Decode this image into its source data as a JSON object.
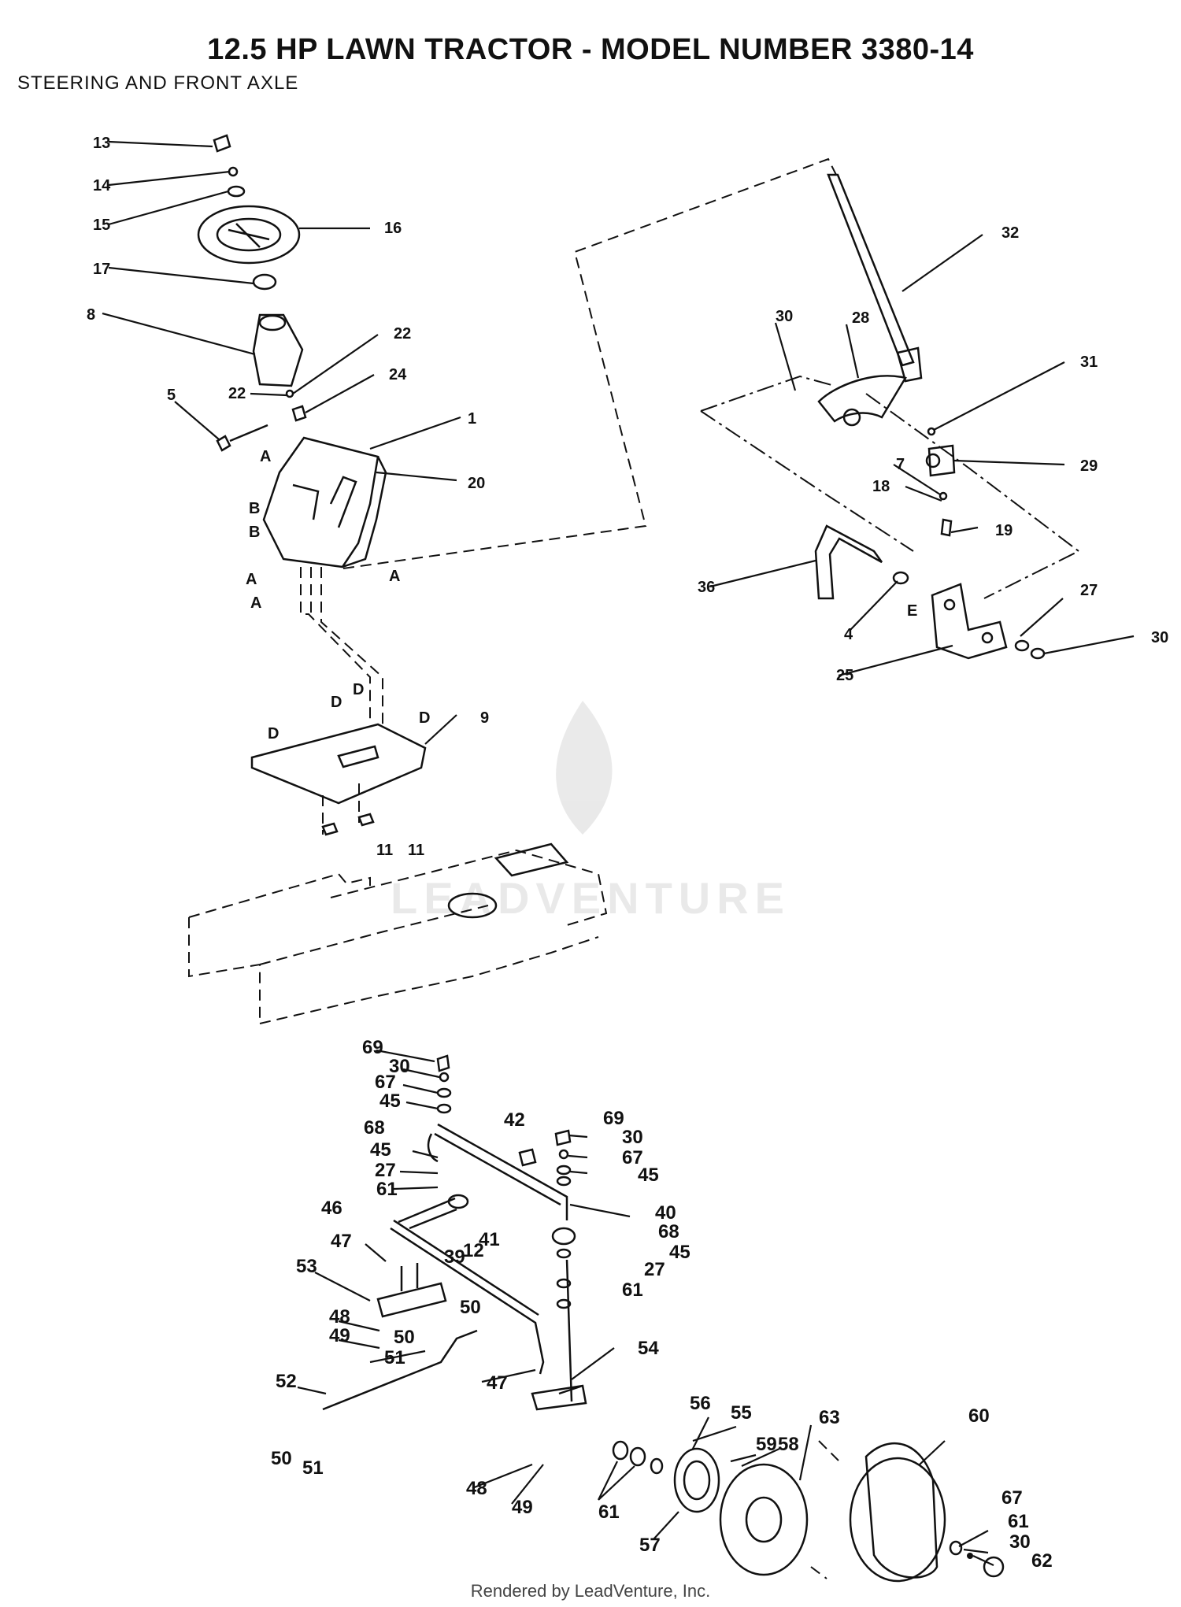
{
  "page": {
    "title": "12.5 HP LAWN TRACTOR - MODEL NUMBER 3380-14",
    "subtitle": "STEERING AND FRONT AXLE",
    "footer": "Rendered by LeadVenture, Inc.",
    "watermark": "LEADVENTURE"
  },
  "callouts": [
    {
      "label": "13"
    },
    {
      "label": "14"
    },
    {
      "label": "15"
    },
    {
      "label": "16"
    },
    {
      "label": "17"
    },
    {
      "label": "8"
    },
    {
      "label": "22"
    },
    {
      "label": "22"
    },
    {
      "label": "24"
    },
    {
      "label": "5"
    },
    {
      "label": "1"
    },
    {
      "label": "20"
    },
    {
      "label": "A"
    },
    {
      "label": "B"
    },
    {
      "label": "B"
    },
    {
      "label": "A"
    },
    {
      "label": "A"
    },
    {
      "label": "A"
    },
    {
      "label": "D"
    },
    {
      "label": "D"
    },
    {
      "label": "D"
    },
    {
      "label": "D"
    },
    {
      "label": "9"
    },
    {
      "label": "11"
    },
    {
      "label": "11"
    },
    {
      "label": "32"
    },
    {
      "label": "30"
    },
    {
      "label": "28"
    },
    {
      "label": "31"
    },
    {
      "label": "7"
    },
    {
      "label": "29"
    },
    {
      "label": "18"
    },
    {
      "label": "19"
    },
    {
      "label": "36"
    },
    {
      "label": "4"
    },
    {
      "label": "E"
    },
    {
      "label": "27"
    },
    {
      "label": "30"
    },
    {
      "label": "25"
    },
    {
      "label": "69"
    },
    {
      "label": "30"
    },
    {
      "label": "67"
    },
    {
      "label": "45"
    },
    {
      "label": "68"
    },
    {
      "label": "45"
    },
    {
      "label": "27"
    },
    {
      "label": "61"
    },
    {
      "label": "42"
    },
    {
      "label": "69"
    },
    {
      "label": "30"
    },
    {
      "label": "67"
    },
    {
      "label": "45"
    },
    {
      "label": "40"
    },
    {
      "label": "68"
    },
    {
      "label": "45"
    },
    {
      "label": "27"
    },
    {
      "label": "61"
    },
    {
      "label": "46"
    },
    {
      "label": "39"
    },
    {
      "label": "12"
    },
    {
      "label": "41"
    },
    {
      "label": "47"
    },
    {
      "label": "53"
    },
    {
      "label": "48"
    },
    {
      "label": "49"
    },
    {
      "label": "50"
    },
    {
      "label": "50"
    },
    {
      "label": "51"
    },
    {
      "label": "52"
    },
    {
      "label": "47"
    },
    {
      "label": "54"
    },
    {
      "label": "50"
    },
    {
      "label": "51"
    },
    {
      "label": "48"
    },
    {
      "label": "49"
    },
    {
      "label": "56"
    },
    {
      "label": "55"
    },
    {
      "label": "59"
    },
    {
      "label": "58"
    },
    {
      "label": "63"
    },
    {
      "label": "60"
    },
    {
      "label": "61"
    },
    {
      "label": "57"
    },
    {
      "label": "67"
    },
    {
      "label": "61"
    },
    {
      "label": "30"
    },
    {
      "label": "62"
    }
  ]
}
